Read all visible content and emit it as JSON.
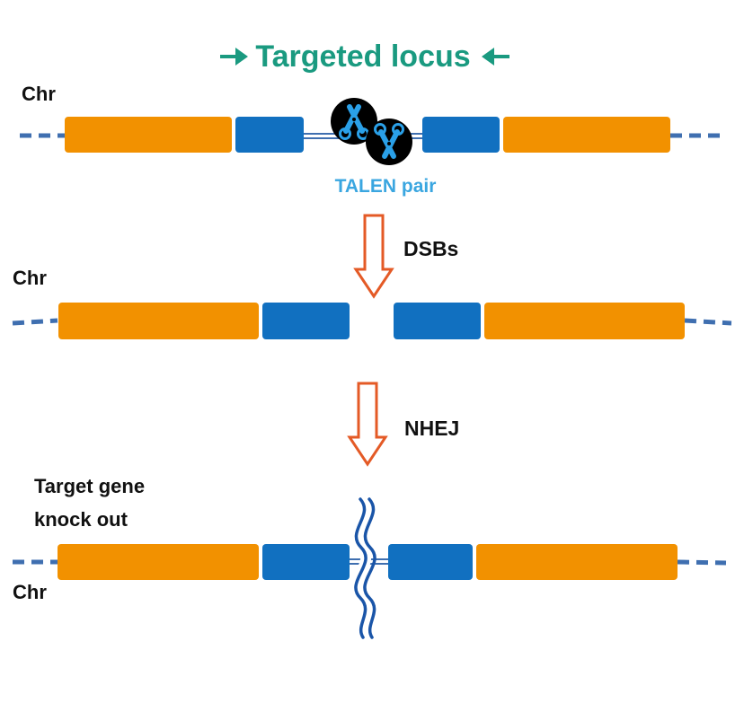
{
  "title": "Targeted locus",
  "stage1": {
    "chr_label": "Chr",
    "tool_label": "TALEN pair"
  },
  "arrow1": {
    "label": "DSBs"
  },
  "stage2": {
    "chr_label": "Chr"
  },
  "arrow2": {
    "label": "NHEJ"
  },
  "stage3": {
    "outcome_line1": "Target gene",
    "outcome_line2": "knock out",
    "chr_label": "Chr"
  },
  "colors": {
    "title": "#1a9a80",
    "exon_orange": "#f29100",
    "exon_blue": "#1170c0",
    "chromosome_dash": "#3f6fb0",
    "talen_label": "#3aa6e0",
    "arrow_outline": "#e45a26",
    "scissor_blue": "#2aa0e8",
    "text": "#111111"
  },
  "icons": {
    "title_left": "arrow-right-icon",
    "title_right": "arrow-left-icon",
    "talen": "scissors-icon",
    "break": "double-wavy-break-icon"
  }
}
